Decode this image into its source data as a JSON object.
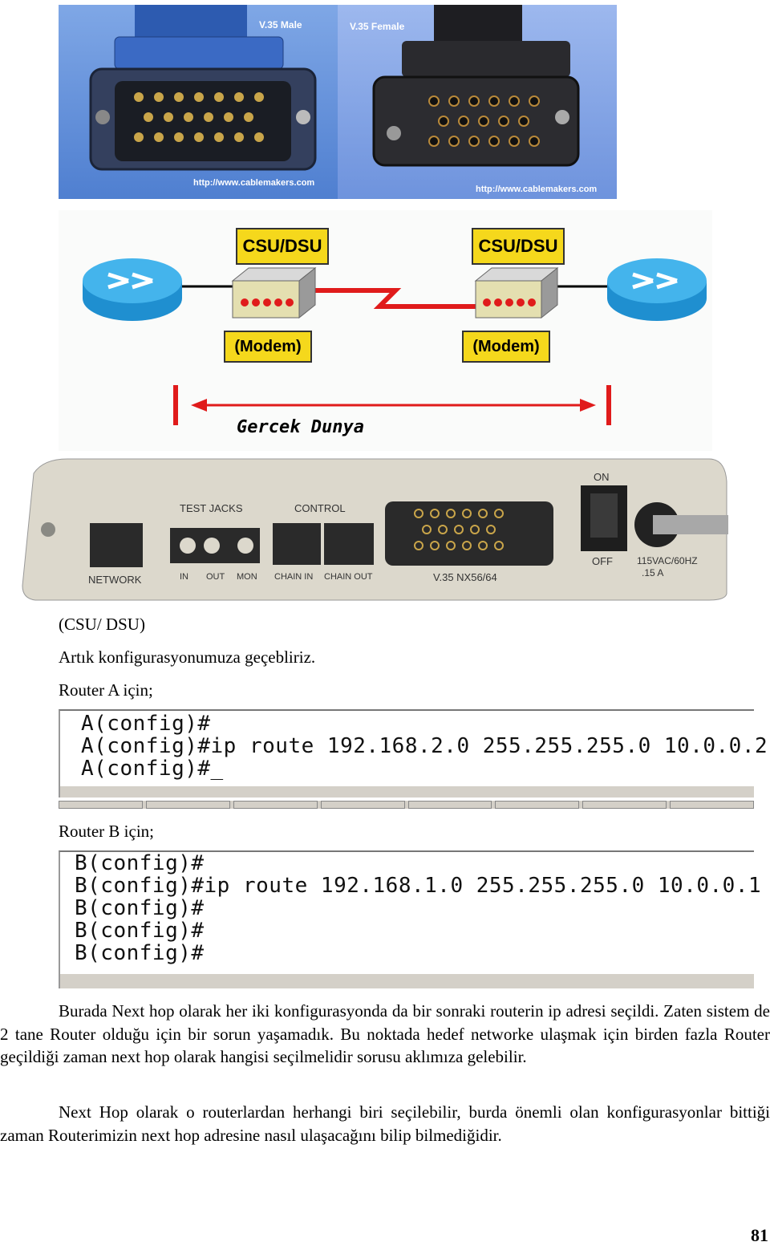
{
  "photo": {
    "male_label": "V.35 Male",
    "female_label": "V.35 Female",
    "url_left": "http://www.cablemakers.com",
    "url_right": "http://www.cablemakers.com"
  },
  "diagram": {
    "csu_left": "CSU/DSU",
    "csu_right": "CSU/DSU",
    "modem_left": "(Modem)",
    "modem_right": "(Modem)",
    "world": "Gercek Dunya",
    "colors": {
      "router": "#2aa6e8",
      "tag": "#f5d81c",
      "line": "#e01b1b"
    }
  },
  "panel": {
    "network": "NETWORK",
    "test_jacks": "TEST JACKS",
    "control": "CONTROL",
    "in": "IN",
    "out": "OUT",
    "mon": "MON",
    "chain_in": "CHAIN IN",
    "chain_out": "CHAIN OUT",
    "port": "V.35  NX56/64",
    "on": "ON",
    "off": "OFF",
    "power": "115VAC/60HZ",
    "amps": ".15 A"
  },
  "caption": "(CSU/ DSU)",
  "intro": "Artık konfigurasyonumuza geçebliriz.",
  "router_a_heading": "Router A için;",
  "router_a_lines": [
    "A(config)#",
    "A(config)#ip route 192.168.2.0 255.255.255.0 10.0.0.2",
    "A(config)#_"
  ],
  "router_b_heading": "Router B için;",
  "router_b_lines": [
    "B(config)#",
    "B(config)#ip route 192.168.1.0 255.255.255.0 10.0.0.1",
    "B(config)#",
    "B(config)#",
    "B(config)#"
  ],
  "paragraph1": "Burada Next hop olarak her iki konfigurasyonda da bir sonraki routerin ip adresi seçildi. Zaten sistem de 2 tane Router olduğu için bir sorun yaşamadık. Bu noktada hedef networke ulaşmak için birden fazla Router geçildiği zaman next hop olarak hangisi seçilmelidir sorusu aklımıza gelebilir.",
  "paragraph2": "Next Hop olarak o routerlardan herhangi biri seçilebilir, burda önemli olan konfigurasyonlar bittiği zaman Routerimizin next hop adresine nasıl ulaşacağını bilip bilmediğidir.",
  "page_number": "81"
}
